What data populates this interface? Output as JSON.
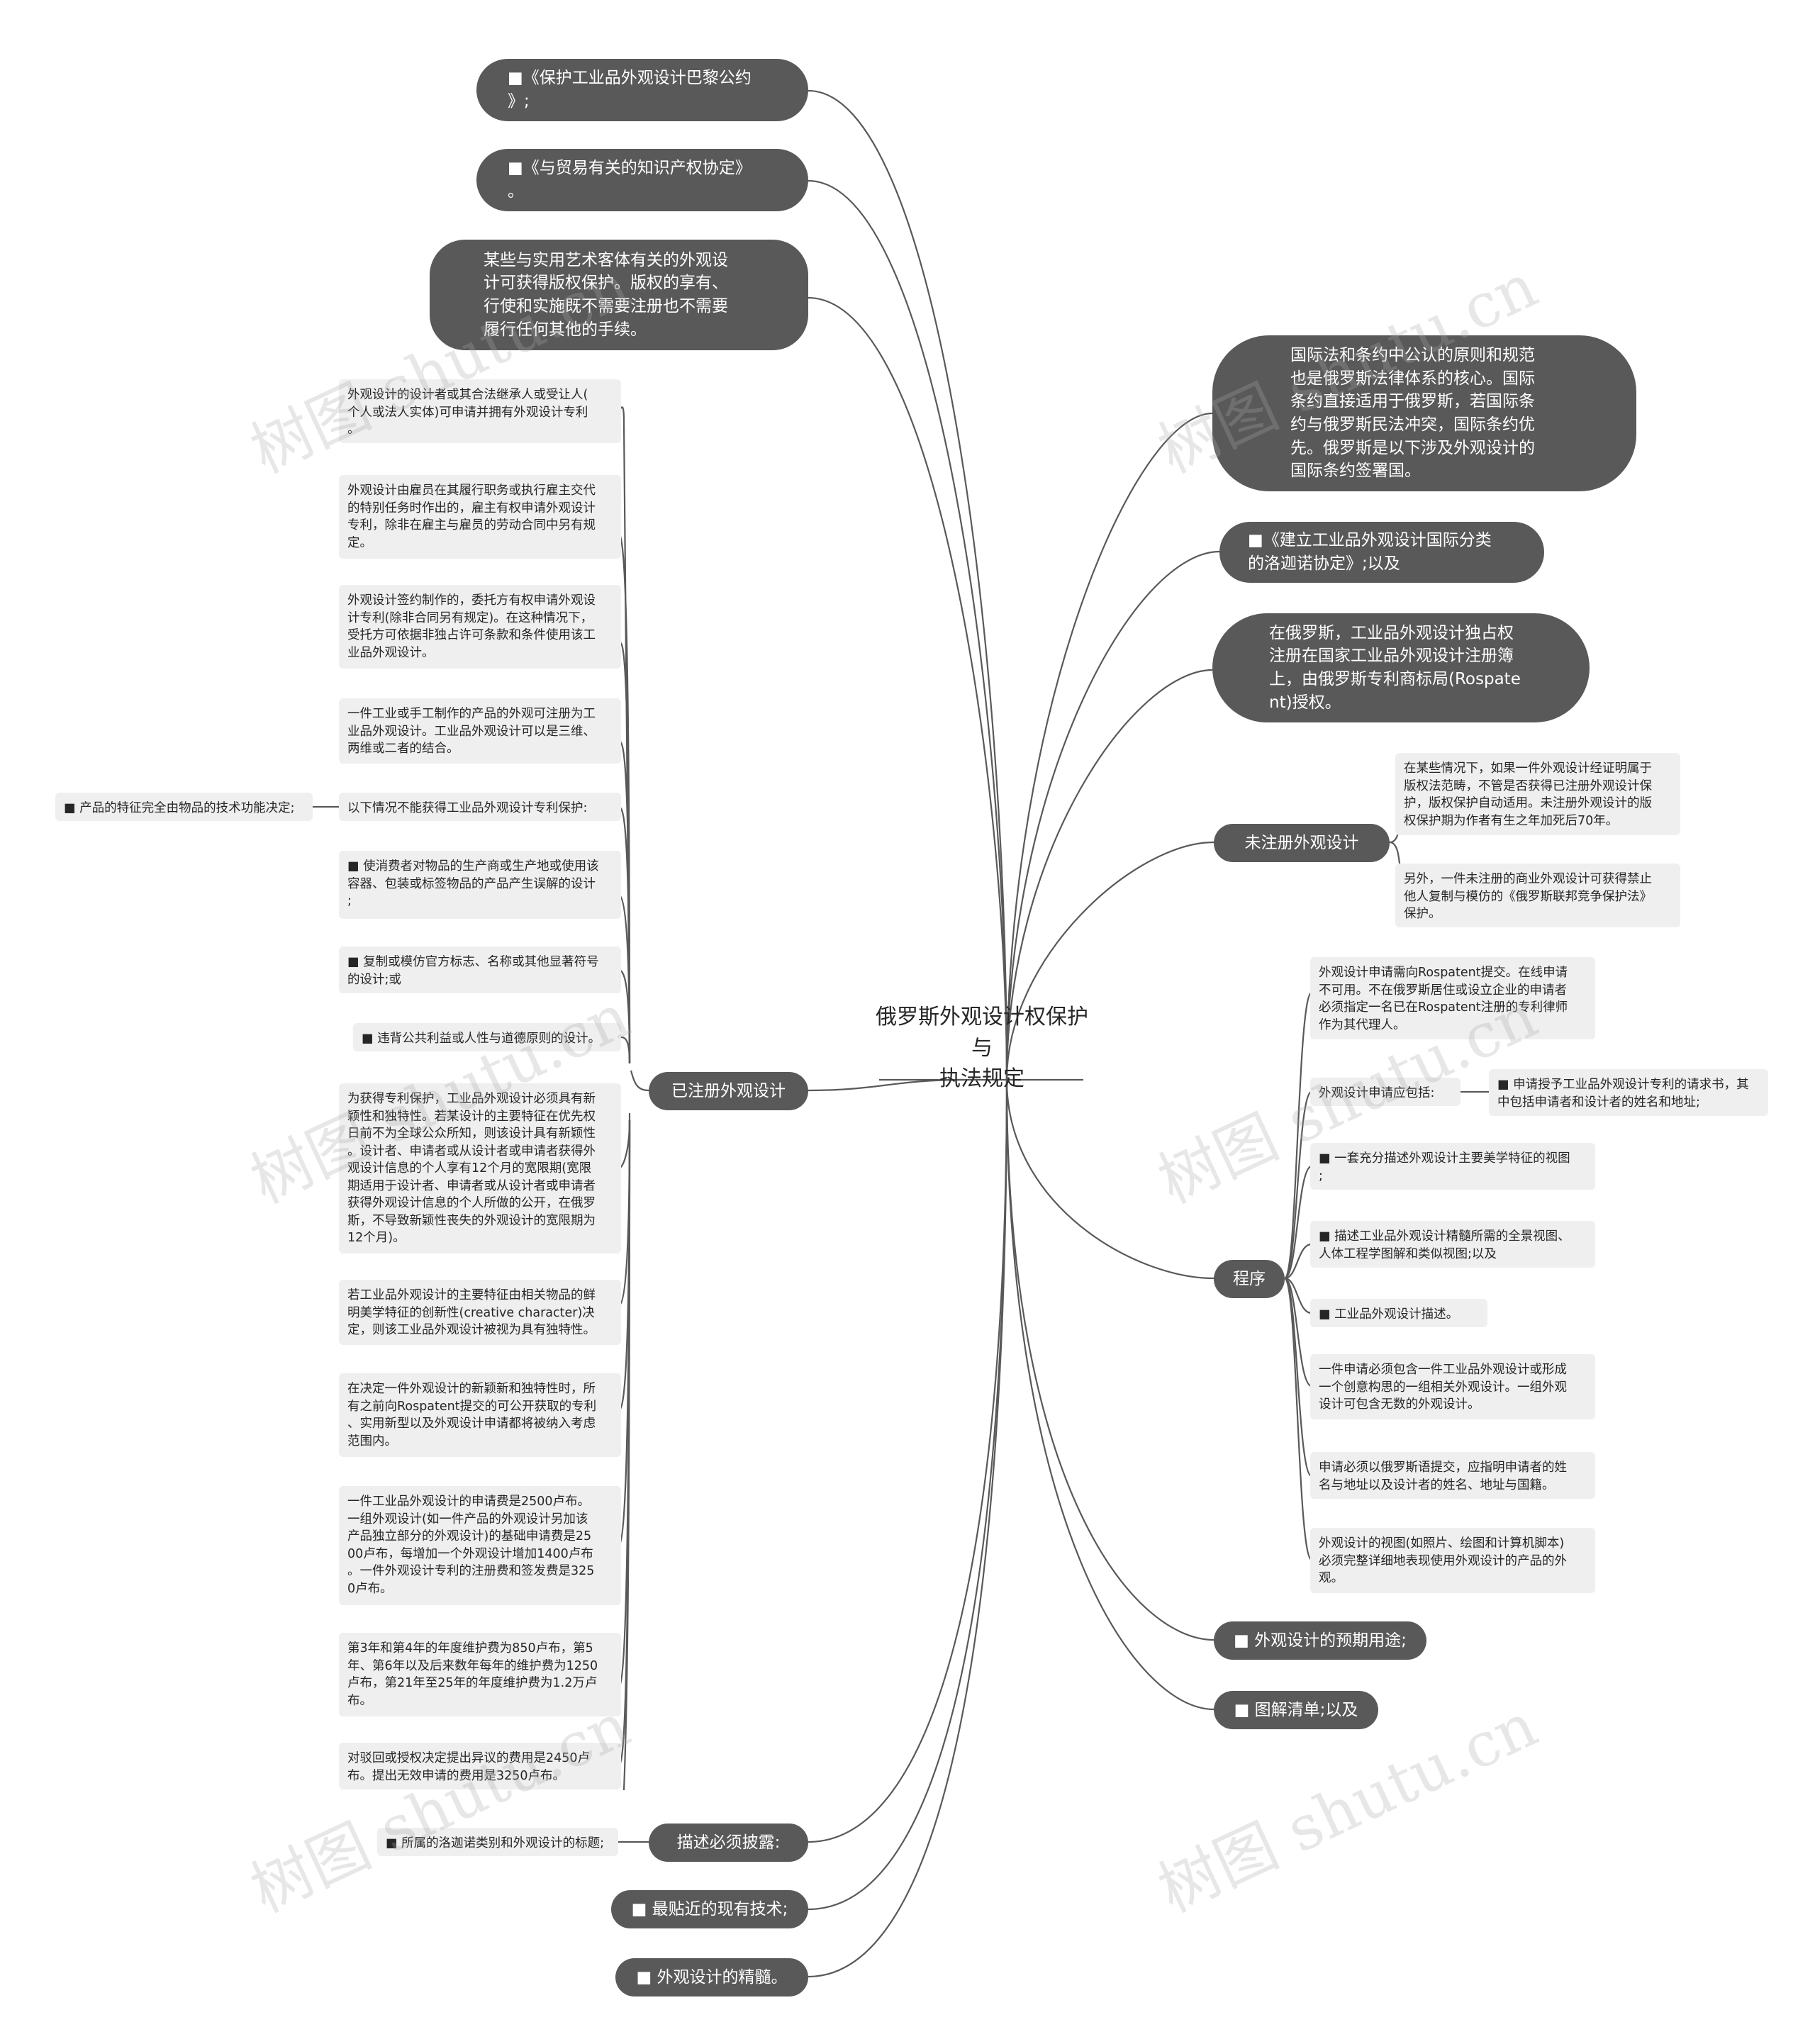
{
  "title": "俄罗斯外观设计权保护与\n执法规定",
  "watermark": "树图 shutu.cn",
  "colors": {
    "branch_fill": "#595959",
    "leaf_fill": "#efefef",
    "line": "#595959",
    "background": "#ffffff"
  },
  "left": {
    "paris": "■《保护工业品外观设计巴黎公约\n》;",
    "trips": "■《与贸易有关的知识产权协定》\n。",
    "copyright": "某些与实用艺术客体有关的外观设\n计可获得版权保护。版权的享有、\n行使和实施既不需要注册也不需要\n履行任何其他的手续。",
    "registered": {
      "label": "已注册外观设计",
      "items": [
        "外观设计的设计者或其合法继承人或受让人(\n个人或法人实体)可申请并拥有外观设计专利\n。",
        "外观设计由雇员在其履行职务或执行雇主交代\n的特别任务时作出的，雇主有权申请外观设计\n专利，除非在雇主与雇员的劳动合同中另有规\n定。",
        "外观设计签约制作的，委托方有权申请外观设\n计专利(除非合同另有规定)。在这种情况下，\n受托方可依据非独占许可条款和条件使用该工\n业品外观设计。",
        "一件工业或手工制作的产品的外观可注册为工\n业品外观设计。工业品外观设计可以是三维、\n两维或二者的结合。",
        "以下情况不能获得工业品外观设计专利保护:",
        "■ 使消费者对物品的生产商或生产地或使用该\n容器、包装或标签物品的产品产生误解的设计\n;",
        "■ 复制或模仿官方标志、名称或其他显著符号\n的设计;或",
        "■ 违背公共利益或人性与道德原则的设计。",
        "为获得专利保护，工业品外观设计必须具有新\n颖性和独特性。若某设计的主要特征在优先权\n日前不为全球公众所知，则该设计具有新颖性\n。设计者、申请者或从设计者或申请者获得外\n观设计信息的个人享有12个月的宽限期(宽限\n期适用于设计者、申请者或从设计者或申请者\n获得外观设计信息的个人所做的公开，在俄罗\n斯，不导致新颖性丧失的外观设计的宽限期为\n12个月)。",
        "若工业品外观设计的主要特征由相关物品的鲜\n明美学特征的创新性(creative character)决\n定，则该工业品外观设计被视为具有独特性。",
        "在决定一件外观设计的新颖新和独特性时，所\n有之前向Rospatent提交的可公开获取的专利\n、实用新型以及外观设计申请都将被纳入考虑\n范围内。",
        "一件工业品外观设计的申请费是2500卢布。\n一组外观设计(如一件产品的外观设计另加该\n产品独立部分的外观设计)的基础申请费是25\n00卢布，每增加一个外观设计增加1400卢布\n。一件外观设计专利的注册费和签发费是325\n0卢布。",
        "第3年和第4年的年度维护费为850卢布，第5\n年、第6年以及后来数年每年的维护费为1250\n卢布，第21年至25年的年度维护费为1.2万卢\n布。",
        "对驳回或授权决定提出异议的费用是2450卢\n布。提出无效申请的费用是3250卢布。"
      ],
      "exclusion_sub": "■ 产品的特征完全由物品的技术功能决定;"
    },
    "disclosure": {
      "label": "描述必须披露:",
      "sub": "■ 所属的洛迦诺类别和外观设计的标题;"
    },
    "prior_art": "■ 最贴近的现有技术;",
    "essence": "■ 外观设计的精髓。"
  },
  "right": {
    "intl_law": "国际法和条约中公认的原则和规范\n也是俄罗斯法律体系的核心。国际\n条约直接适用于俄罗斯，若国际条\n约与俄罗斯民法冲突，国际条约优\n先。俄罗斯是以下涉及外观设计的\n国际条约签署国。",
    "locarno": "■《建立工业品外观设计国际分类\n的洛迦诺协定》;以及",
    "exclusive": "在俄罗斯，工业品外观设计独占权\n注册在国家工业品外观设计注册簿\n上，由俄罗斯专利商标局(Rospate\nnt)授权。",
    "unregistered": {
      "label": "未注册外观设计",
      "items": [
        "在某些情况下，如果一件外观设计经证明属于\n版权法范畴，不管是否获得已注册外观设计保\n护，版权保护自动适用。未注册外观设计的版\n权保护期为作者有生之年加死后70年。",
        "另外，一件未注册的商业外观设计可获得禁止\n他人复制与模仿的《俄罗斯联邦竞争保护法》\n保护。"
      ]
    },
    "procedure": {
      "label": "程序",
      "items": [
        "外观设计申请需向Rospatent提交。在线申请\n不可用。不在俄罗斯居住或设立企业的申请者\n必须指定一名已在Rospatent注册的专利律师\n作为其代理人。",
        "外观设计申请应包括:",
        "■ 一套充分描述外观设计主要美学特征的视图\n;",
        "■ 描述工业品外观设计精髓所需的全景视图、\n人体工程学图解和类似视图;以及",
        "■ 工业品外观设计描述。",
        "一件申请必须包含一件工业品外观设计或形成\n一个创意构思的一组相关外观设计。一组外观\n设计可包含无数的外观设计。",
        "申请必须以俄罗斯语提交，应指明申请者的姓\n名与地址以及设计者的姓名、地址与国籍。",
        "外观设计的视图(如照片、绘图和计算机脚本)\n必须完整详细地表现使用外观设计的产品的外\n观。"
      ],
      "request_sub": "■ 申请授予工业品外观设计专利的请求书，其\n中包括申请者和设计者的姓名和地址;"
    },
    "purpose": "■ 外观设计的预期用途;",
    "drawings": "■ 图解清单;以及"
  }
}
